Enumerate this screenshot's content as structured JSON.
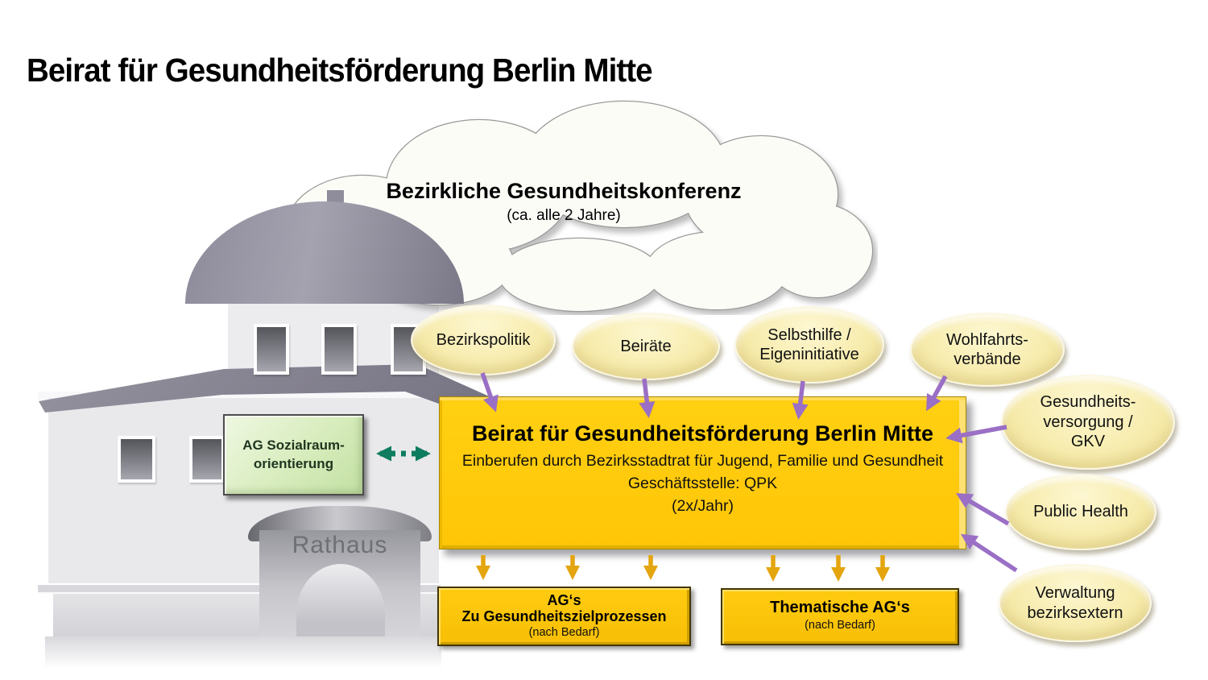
{
  "page": {
    "title": "Beirat für Gesundheitsförderung Berlin Mitte"
  },
  "cloud": {
    "title": "Bezirkliche Gesundheitskonferenz",
    "subtitle": "(ca. alle 2 Jahre)"
  },
  "building": {
    "label": "Rathaus"
  },
  "green_box": {
    "label": "AG Sozialraum-\norientierung"
  },
  "main_box": {
    "title": "Beirat für Gesundheitsförderung Berlin Mitte",
    "line1": "Einberufen durch Bezirksstadtrat für Jugend, Familie und Gesundheit",
    "line2": "Geschäftsstelle: QPK",
    "line3": "(2x/Jahr)"
  },
  "stakeholders": [
    {
      "label": "Bezirkspolitik"
    },
    {
      "label": "Beiräte"
    },
    {
      "label": "Selbsthilfe /\nEigeninitiative"
    },
    {
      "label": "Wohlfahrts-\nverbände"
    },
    {
      "label": "Gesundheits-\nversorgung /\nGKV"
    },
    {
      "label": "Public Health"
    },
    {
      "label": "Verwaltung\nbezirksextern"
    }
  ],
  "bottom_boxes": {
    "left": {
      "line1": "AG‘s",
      "line2": "Zu Gesundheitszielprozessen",
      "line3": "(nach Bedarf)"
    },
    "right": {
      "title": "Thematische AG‘s",
      "subtitle": "(nach Bedarf)"
    }
  },
  "connections": {
    "stakeholder_arrows": "seven purple arrows from stakeholder ovals into the Beirat box",
    "working_group_arrows": "six gold arrows from Beirat box down to the two AG boxes",
    "sozialraum_link": "dotted teal double-headed arrow between AG Sozialraumorientierung and Beirat box"
  },
  "colors": {
    "gold_box": "#ffc907",
    "oval_fill": "#f7ecae",
    "purple_arrow": "#9a6fc5",
    "gold_arrow": "#e4a50f",
    "teal_arrow": "#0e7c5e",
    "green_box": "#d7ecbc",
    "cloud_fill": "#fcfcf7",
    "building_gray": "#e9e9ec"
  }
}
